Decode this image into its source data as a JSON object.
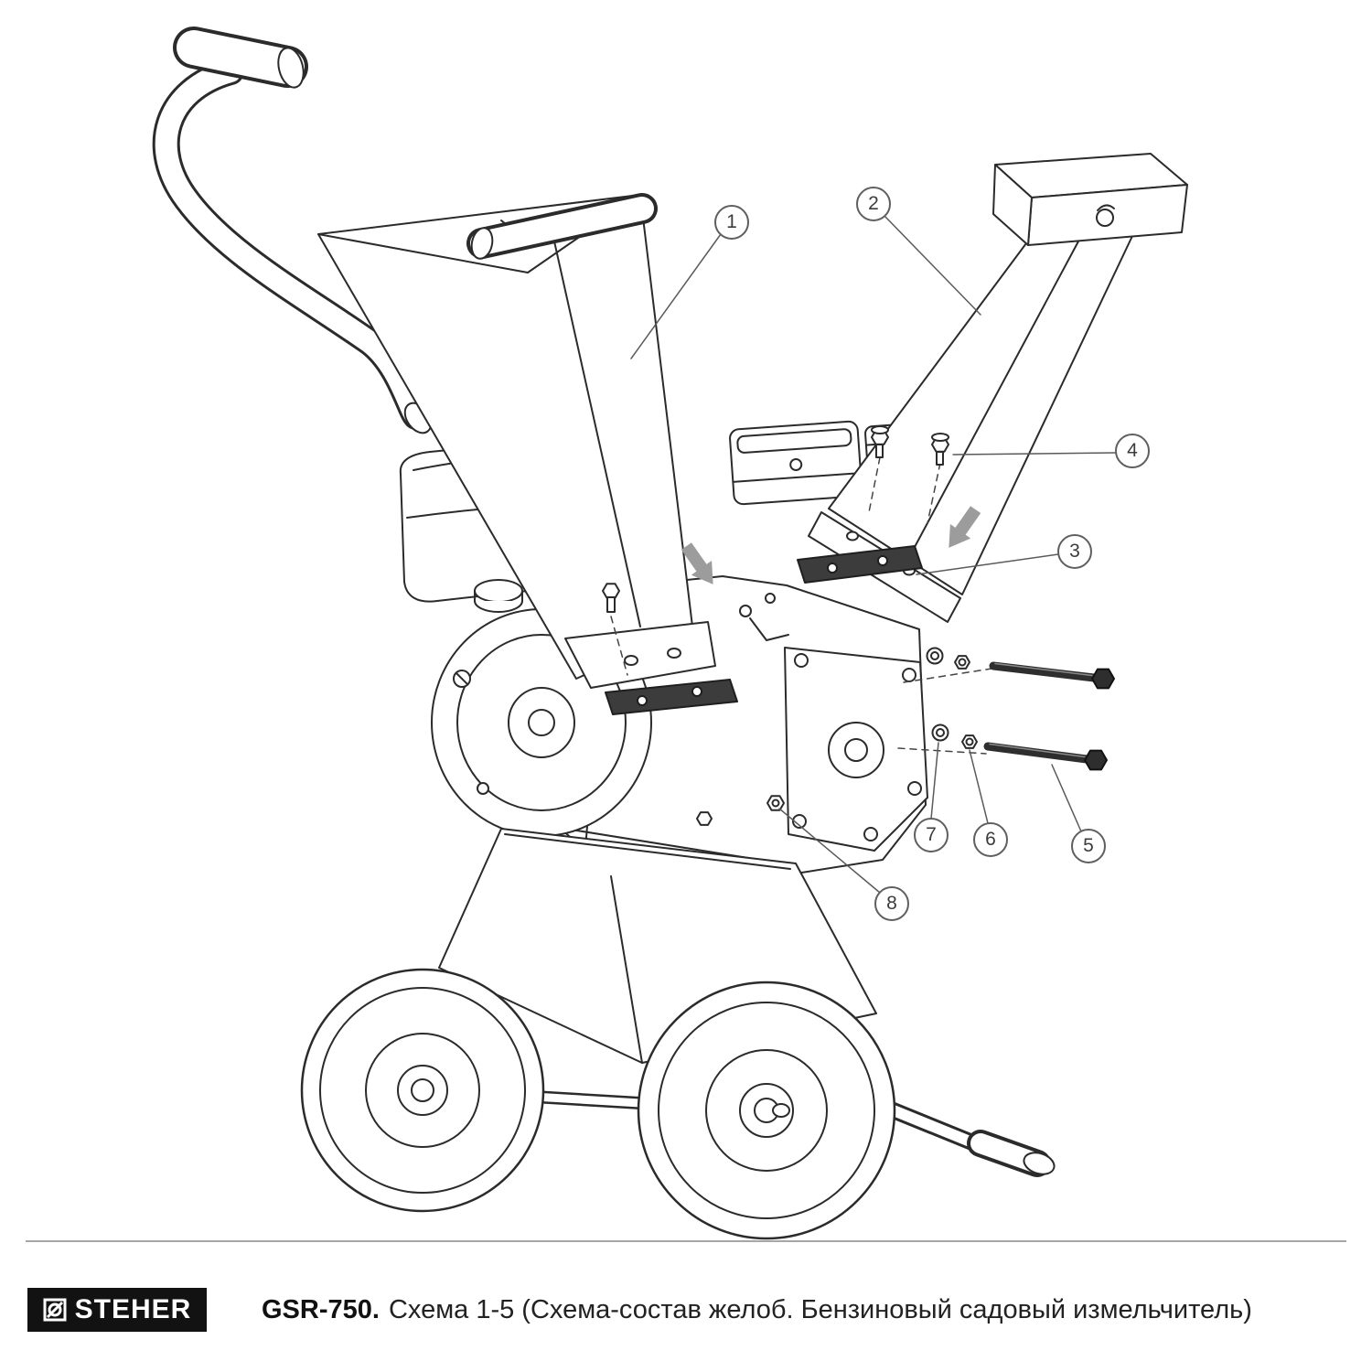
{
  "diagram": {
    "description": "Exploded-view line drawing of a petrol garden shredder: two feed chutes lifted off the engine block, with mounting plates, bolts, washers and nuts shown along dashed assembly axes",
    "callouts": [
      {
        "n": "1"
      },
      {
        "n": "2"
      },
      {
        "n": "3"
      },
      {
        "n": "4"
      },
      {
        "n": "5"
      },
      {
        "n": "6"
      },
      {
        "n": "7"
      },
      {
        "n": "8"
      }
    ],
    "palette": {
      "line": "#2b2b2b",
      "plate_fill": "#3c3c3c",
      "arrow": "#9c9c9c",
      "leader": "#5a5a5a"
    }
  },
  "footer": {
    "brand": "STEHER",
    "model": "GSR-750.",
    "caption": "Схема 1-5 (Схема-состав желоб. Бензиновый садовый измельчитель)"
  }
}
